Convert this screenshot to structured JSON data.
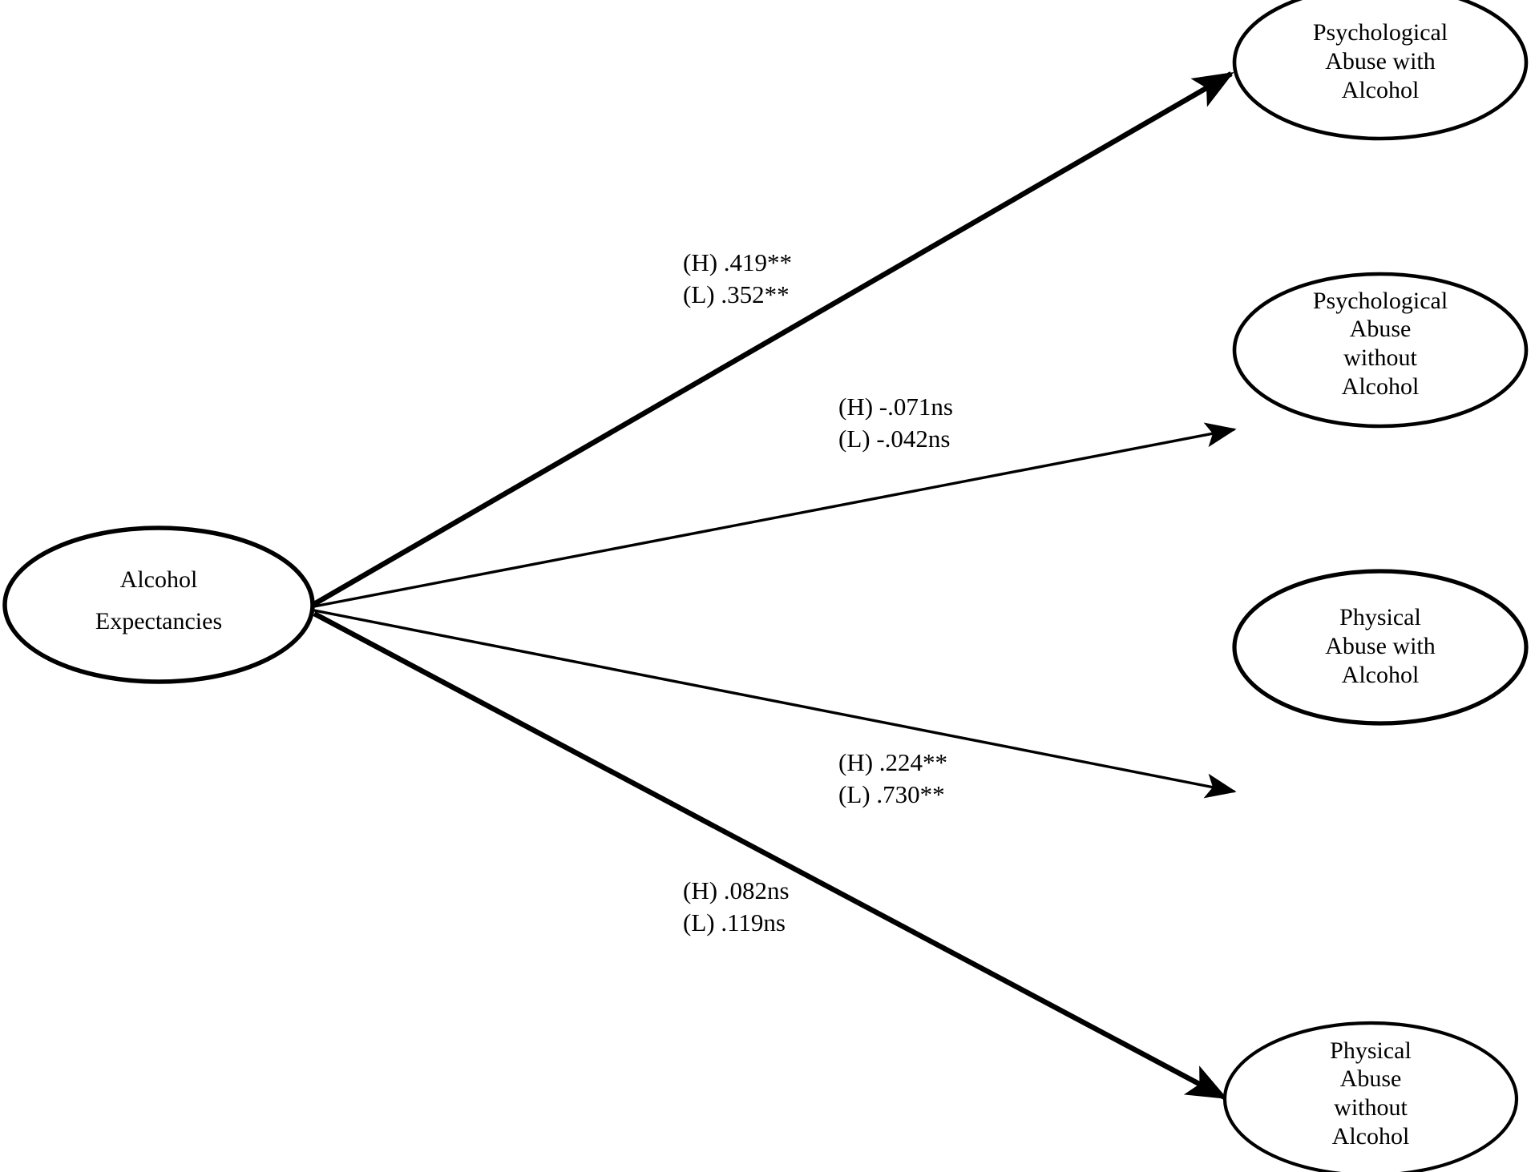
{
  "diagram": {
    "type": "path-diagram",
    "background_color": "#ffffff",
    "line_color": "#000000",
    "text_color": "#000000",
    "predictor": {
      "id": "alcohol-expectancies",
      "lines": [
        "Alcohol",
        "Expectancies"
      ]
    },
    "outcomes": [
      {
        "id": "psychological-abuse-with-alcohol",
        "lines": [
          "Psychological",
          "Abuse with",
          "Alcohol"
        ]
      },
      {
        "id": "psychological-abuse-without-alcohol",
        "lines": [
          "Psychological",
          "Abuse",
          "without",
          "Alcohol"
        ]
      },
      {
        "id": "physical-abuse-with-alcohol",
        "lines": [
          "Physical",
          "Abuse with",
          "Alcohol"
        ]
      },
      {
        "id": "physical-abuse-without-alcohol",
        "lines": [
          "Physical",
          "Abuse",
          "without",
          "Alcohol"
        ]
      }
    ],
    "paths": [
      {
        "id": "path-psych-with-alcohol",
        "from": "alcohol-expectancies",
        "to": "psychological-abuse-with-alcohol",
        "line_high": "(H) .419**",
        "line_low": "(L) .352**",
        "high_group": "H",
        "low_group": "L",
        "high_coefficient": 0.419,
        "low_coefficient": 0.352,
        "high_significance": "**",
        "low_significance": "**",
        "emphasis": "bold"
      },
      {
        "id": "path-psych-without-alcohol",
        "from": "alcohol-expectancies",
        "to": "psychological-abuse-without-alcohol",
        "line_high": "(H) -.071ns",
        "line_low": "(L) -.042ns",
        "high_group": "H",
        "low_group": "L",
        "high_coefficient": -0.071,
        "low_coefficient": -0.042,
        "high_significance": "ns",
        "low_significance": "ns",
        "emphasis": "normal"
      },
      {
        "id": "path-physical-with-alcohol",
        "from": "alcohol-expectancies",
        "to": "physical-abuse-with-alcohol",
        "line_high": "(H) .224**",
        "line_low": "(L) .730**",
        "high_group": "H",
        "low_group": "L",
        "high_coefficient": 0.224,
        "low_coefficient": 0.73,
        "high_significance": "**",
        "low_significance": "**",
        "emphasis": "normal"
      },
      {
        "id": "path-physical-without-alcohol",
        "from": "alcohol-expectancies",
        "to": "physical-abuse-without-alcohol",
        "line_high": "(H) .082ns",
        "line_low": "(L) .119ns",
        "high_group": "H",
        "low_group": "L",
        "high_coefficient": 0.082,
        "low_coefficient": 0.119,
        "high_significance": "ns",
        "low_significance": "ns",
        "emphasis": "bold"
      }
    ]
  }
}
